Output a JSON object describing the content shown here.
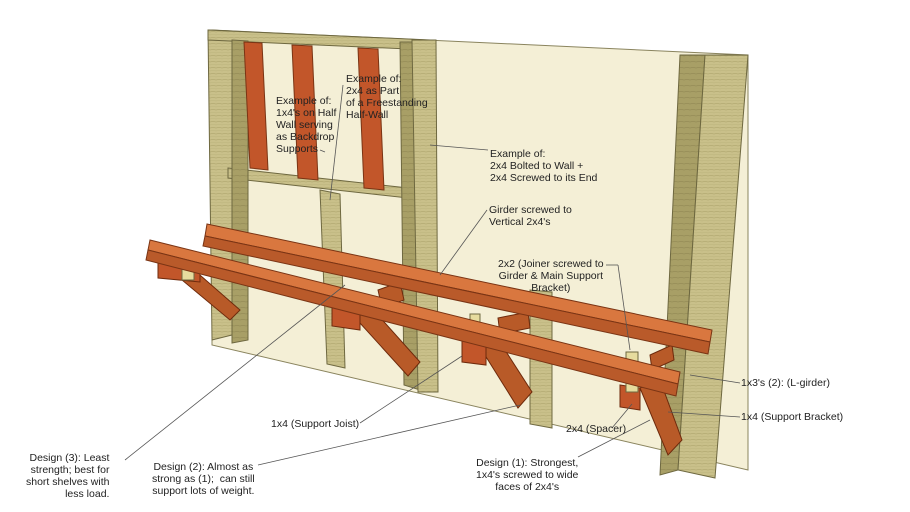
{
  "annotations": {
    "half_wall": "Example of:\n1x4's on Half\nWall serving\nas Backdrop\nSupports",
    "freestanding": "Example of:\n2x4 as Part\nof a Freestanding\nHalf-Wall",
    "bolted": "Example of:\n2x4 Bolted to Wall +\n2x4 Screwed to its End",
    "girder": "Girder screwed to\nVertical 2x4's",
    "joiner": "2x2 (Joiner screwed to\nGirder & Main Support\nBracket)",
    "l_girder": "1x3's (2): (L-girder)",
    "support_bracket": "1x4 (Support Bracket)",
    "support_joist": "1x4 (Support Joist)",
    "spacer": "2x4 (Spacer)",
    "design1": "Design (1): Strongest,\n1x4's screwed to wide\nfaces of 2x4's",
    "design2": "Design (2): Almost as\nstrong as (1);  can still\nsupport lots of weight.",
    "design3": "Design (3): Least\nstrength; best for\nshort shelves with\nless load."
  },
  "colors": {
    "wall": "#f4efd6",
    "lumber_2x4": "#c9c08a",
    "lumber_dark": "#a89f66",
    "red_wood": "#d06a3a",
    "red_wood_dark": "#a84a22",
    "bracket_wood": "#b85a28",
    "leader": "#555555"
  }
}
